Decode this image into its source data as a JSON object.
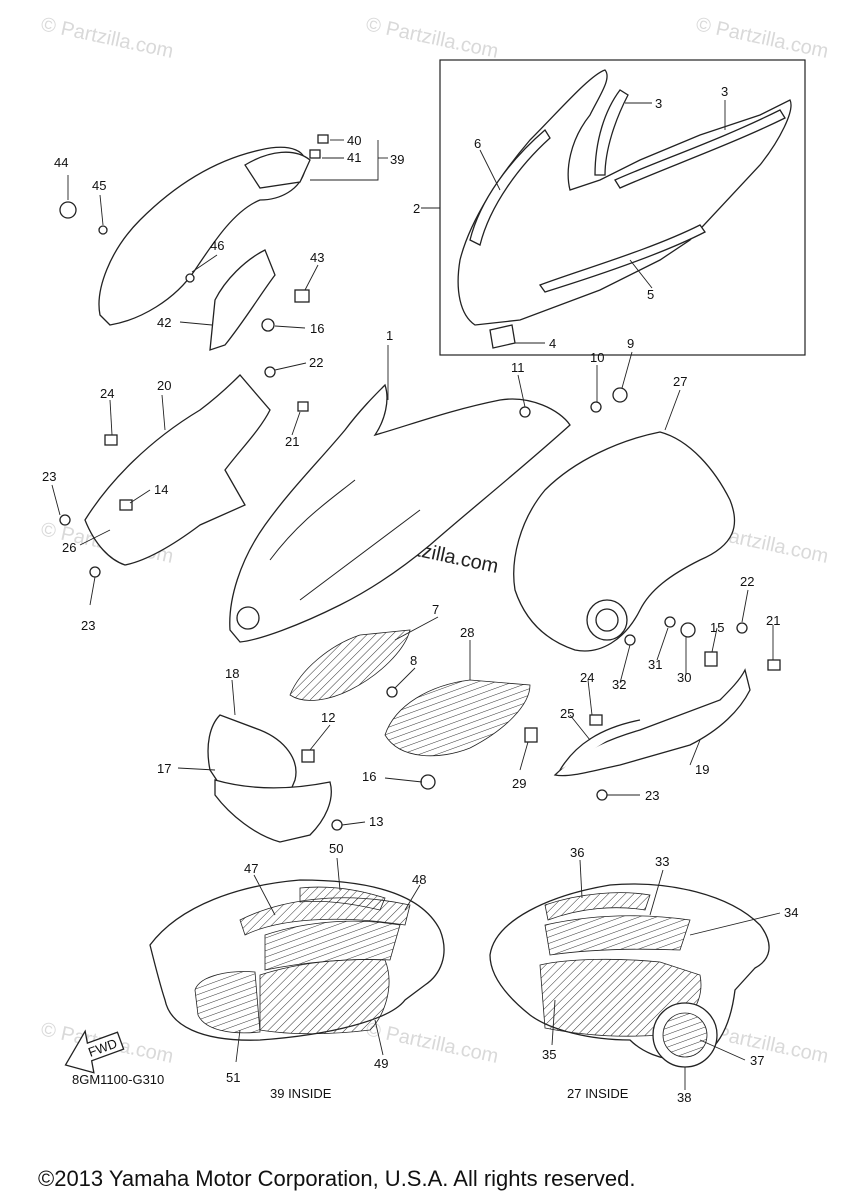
{
  "diagram_code": "8GM1100-G310",
  "captions": {
    "inside_39": "39 INSIDE",
    "inside_27": "27 INSIDE"
  },
  "fwd_label": "FWD",
  "copyright": "©2013 Yamaha Motor Corporation, U.S.A. All rights reserved.",
  "watermark": {
    "brand": "© Partzilla.com",
    "center": "© Partzilla.com"
  },
  "callouts": {
    "p1": "1",
    "p2": "2",
    "p3a": "3",
    "p3b": "3",
    "p4": "4",
    "p5": "5",
    "p6": "6",
    "p7": "7",
    "p8": "8",
    "p9": "9",
    "p10": "10",
    "p11": "11",
    "p12": "12",
    "p13": "13",
    "p14": "14",
    "p15": "15",
    "p16a": "16",
    "p16b": "16",
    "p17": "17",
    "p18": "18",
    "p19": "19",
    "p20": "20",
    "p21a": "21",
    "p21b": "21",
    "p22a": "22",
    "p22b": "22",
    "p23a": "23",
    "p23b": "23",
    "p23c": "23",
    "p24a": "24",
    "p24b": "24",
    "p25": "25",
    "p26": "26",
    "p27": "27",
    "p28": "28",
    "p29": "29",
    "p30": "30",
    "p31": "31",
    "p32": "32",
    "p33": "33",
    "p34": "34",
    "p35": "35",
    "p36": "36",
    "p37": "37",
    "p38": "38",
    "p39": "39",
    "p40": "40",
    "p41": "41",
    "p42": "42",
    "p43": "43",
    "p44": "44",
    "p45": "45",
    "p46": "46",
    "p47": "47",
    "p48": "48",
    "p49": "49",
    "p50": "50",
    "p51": "51"
  }
}
